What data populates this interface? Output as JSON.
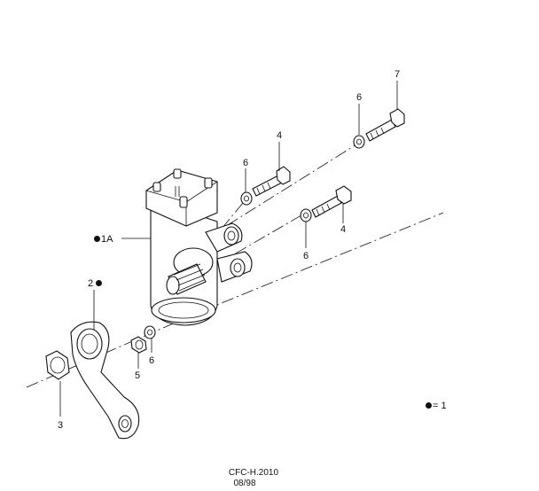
{
  "callouts": {
    "p1a": "1A",
    "p2": "2",
    "p3": "3",
    "p4_top": "4",
    "p4_right": "4",
    "p5": "5",
    "p6_top": "6",
    "p6_right_top": "6",
    "p6_right_mid": "6",
    "p6_low": "6",
    "p7": "7"
  },
  "legend": {
    "text": "= 1"
  },
  "footer": {
    "code": "CFC-H.2010",
    "date": "08/98"
  }
}
